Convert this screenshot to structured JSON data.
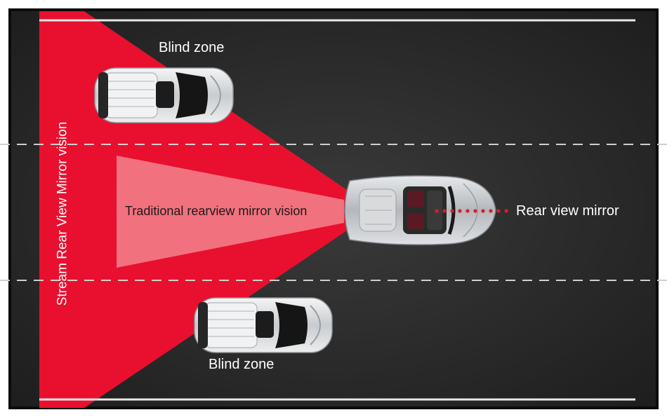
{
  "labels": {
    "blind_zone_top": "Blind zone",
    "blind_zone_bottom": "Blind zone",
    "traditional_vision": "Traditional rearview mirror vision",
    "rear_view_mirror": "Rear view mirror",
    "stream_vision": "Stream Rear View Mirror vision"
  },
  "colors": {
    "road": "#2b2b2b",
    "frame": "#0a0a0a",
    "stream_zone": "#e8102e",
    "traditional_zone": "#f27a86",
    "lane_line": "#d8d8d8",
    "mirror_dots": "#e01a2a",
    "car_body": "#e2e4e6"
  }
}
